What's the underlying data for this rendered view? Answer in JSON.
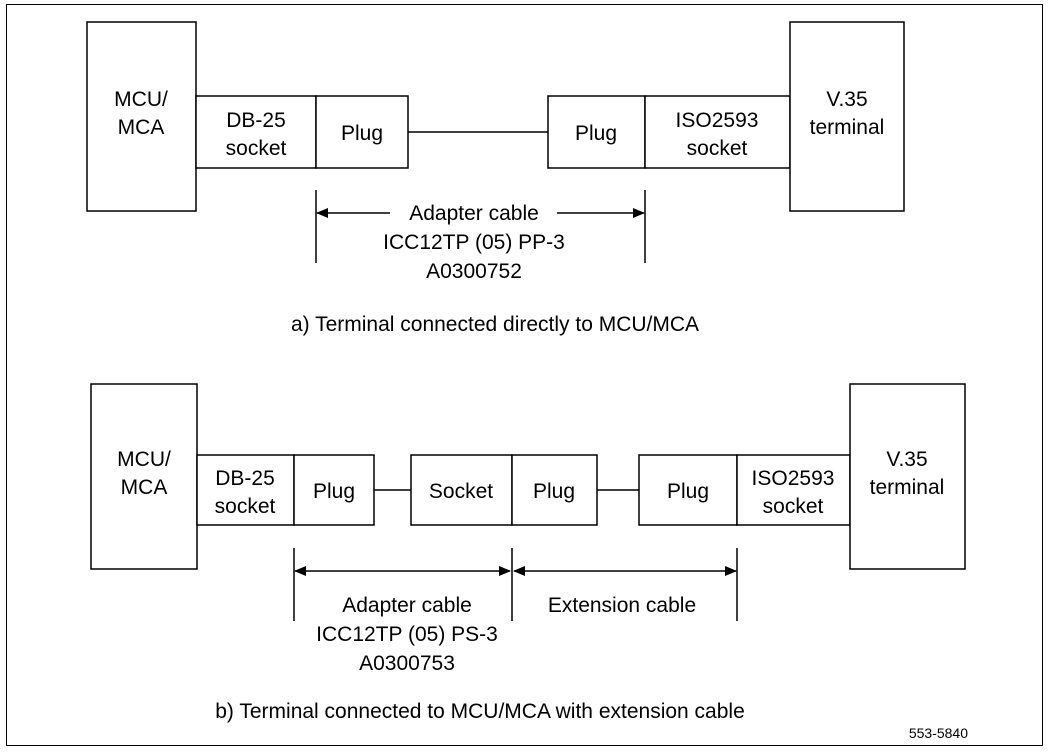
{
  "panel_a": {
    "mcu": [
      "MCU/",
      "MCA"
    ],
    "db25": [
      "DB-25",
      "socket"
    ],
    "plug_left": "Plug",
    "plug_right": "Plug",
    "iso": [
      "ISO2593",
      "socket"
    ],
    "terminal": [
      "V.35",
      "terminal"
    ],
    "cable_label": [
      "Adapter cable",
      "ICC12TP (05) PP-3",
      "A0300752"
    ],
    "caption": "a) Terminal connected directly to MCU/MCA"
  },
  "panel_b": {
    "mcu": [
      "MCU/",
      "MCA"
    ],
    "db25": [
      "DB-25",
      "socket"
    ],
    "plug_1": "Plug",
    "socket_mid": "Socket",
    "plug_2": "Plug",
    "plug_3": "Plug",
    "iso": [
      "ISO2593",
      "socket"
    ],
    "terminal": [
      "V.35",
      "terminal"
    ],
    "adapter_label": [
      "Adapter cable",
      "ICC12TP (05) PS-3",
      "A0300753"
    ],
    "extension_label": "Extension cable",
    "caption": "b) Terminal connected to MCU/MCA with extension cable"
  },
  "figure_id": "553-5840"
}
